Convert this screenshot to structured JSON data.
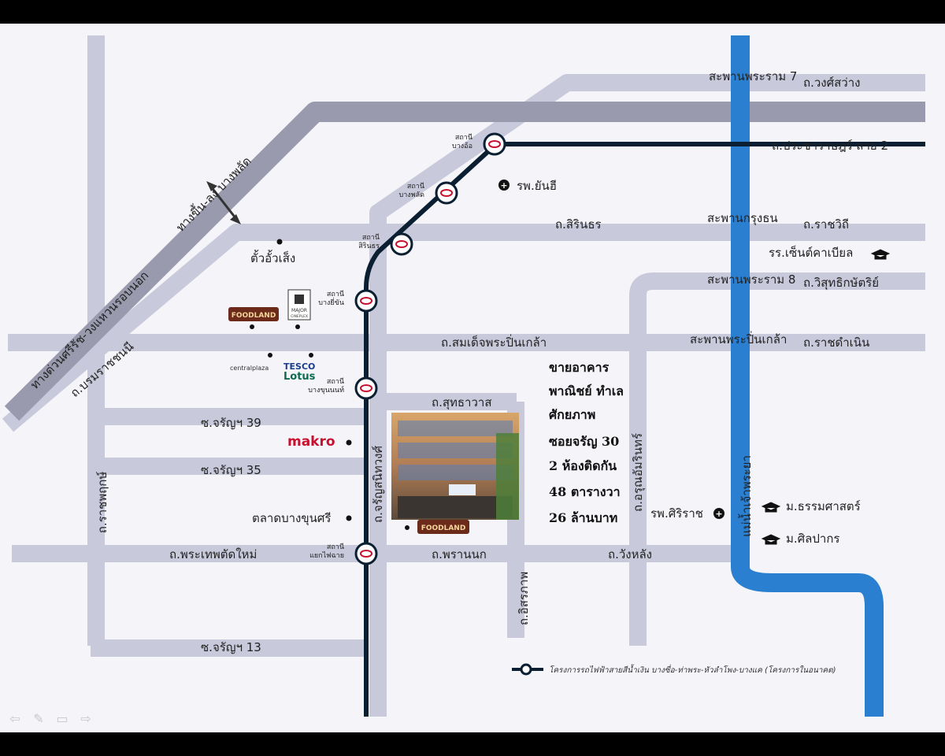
{
  "roads": {
    "wongsawang": "ถ.วงศ์สว่าง",
    "bridge_rama7": "สะพานพระราม 7",
    "pracharat": "ถ.ประชาราษฎร์ สาย 2",
    "sirindhorn": "ถ.สิรินธร",
    "bridge_krungthon": "สะพานกรุงธน",
    "ratchawithi": "ถ.ราชวิถี",
    "bridge_rama8": "สะพานพระราม 8",
    "wisut": "ถ.วิสุทธิกษัตริย์",
    "somdet": "ถ.สมเด็จพระปิ่นเกล้า",
    "bridge_pinklao": "สะพานพระปิ่นเกล้า",
    "ratchadamnoen": "ถ.ราชดำเนิน",
    "suthawat": "ถ.สุทธาวาส",
    "soi39": "ซ.จรัญฯ 39",
    "soi35": "ซ.จรัญฯ 35",
    "soi13": "ซ.จรัญฯ 13",
    "charan": "ถ.จรัญสนิทวงศ์",
    "arun": "ถ.อรุณอัมรินทร์",
    "rachaphruek": "ถ.ราชพฤกษ์",
    "borommaratchachonnani": "ถ.บรมราชชนนี",
    "phra_thep": "ถ.พระเทพตัดใหม่",
    "phrannok": "ถ.พรานนก",
    "wanglang": "ถ.วังหลัง",
    "itsaraphap": "ถ.อิสรภาพ",
    "expressway": "ทางด่วนศรีรัช-วงแหวนรอบนอก",
    "ramp": "ทางขึ้น-ลง บางพลัด",
    "river": "แม่น้ำเจ้าพระยา"
  },
  "stations": {
    "prefix": "สถานี",
    "bang_o": "บางอ้อ",
    "bang_phlat": "บางพลัด",
    "sirindhorn": "สิรินธร",
    "bang_yi_khan": "บางยี่ขัน",
    "bang_khun_non": "บางขุนนนท์",
    "yaek_fai_chai": "แยกไฟฉาย"
  },
  "places": {
    "yanhee": "รพ.ยันฮี",
    "tua_ua_seng": "ตั้วอั้วเส็ง",
    "st_gabriel": "รร.เซ็นต์คาเบียล",
    "siriraj": "รพ.ศิริราช",
    "thammasat": "ม.ธรรมศาสตร์",
    "silpakorn": "ม.ศิลปากร",
    "talat": "ตลาดบางขุนศรี",
    "makro": "makro",
    "foodland": "FOODLAND",
    "major": "MAJOR",
    "major_sub": "CINEPLEX",
    "central": "centralplaza",
    "tesco": "TESCO",
    "lotus": "Lotus"
  },
  "sale": {
    "line1": "ขายอาคาร",
    "line2": "พาณิชย์ ทำเล",
    "line3": "ศักยภาพ",
    "line4": "ซอยจรัญ 30",
    "line5": "2 ห้องติดกัน",
    "line6": "48 ตารางวา",
    "line7": "26 ล้านบาท"
  },
  "legend": "โครงการรถไฟฟ้าสายสีน้ำเงิน บางซื่อ-ท่าพระ-หัวลำโพง-บางแค (โครงการในอนาคต)",
  "colors": {
    "road": "#c9c9dc",
    "expressway": "#9a9aae",
    "rail": "#0b1f33",
    "river": "#2a7fd0"
  },
  "toolbar": [
    "arrow-left-icon",
    "pen-icon",
    "slides-icon",
    "arrow-right-icon"
  ]
}
